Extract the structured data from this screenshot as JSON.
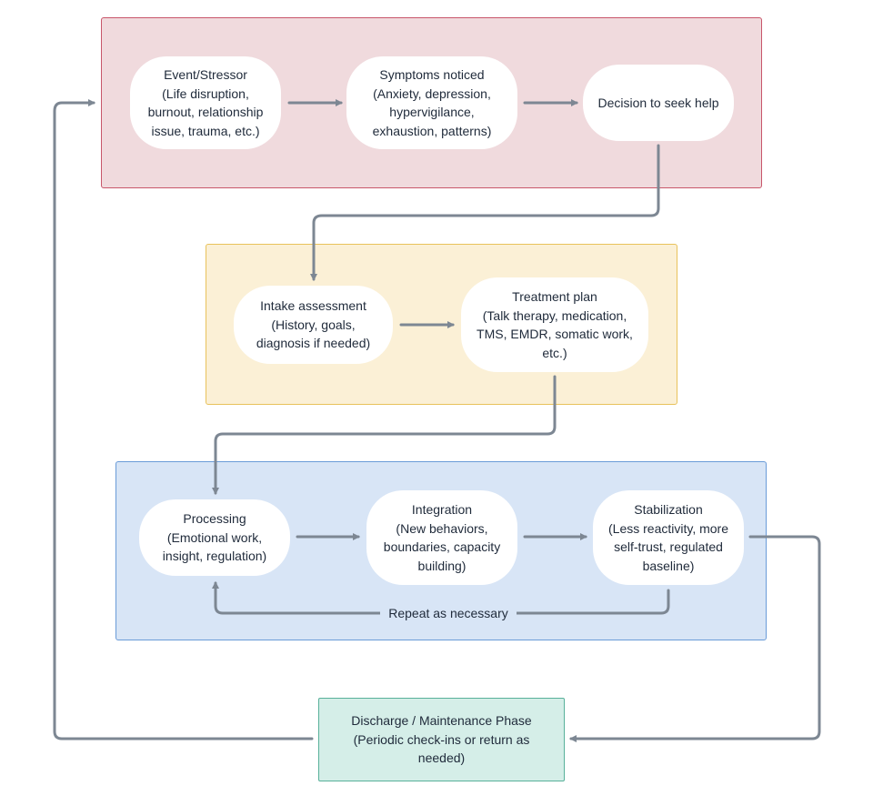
{
  "groups": [
    {
      "id": "seeking-help",
      "color": "#f0dadd",
      "border": "#c8566a"
    },
    {
      "id": "planning",
      "color": "#fbf0d6",
      "border": "#e8c25b"
    },
    {
      "id": "treatment",
      "color": "#d8e5f6",
      "border": "#6a9bd8"
    }
  ],
  "nodes": {
    "event": [
      "Event/Stressor",
      "(Life disruption,",
      "burnout, relationship",
      "issue, trauma, etc.)"
    ],
    "symptoms": [
      "Symptoms noticed",
      "(Anxiety, depression,",
      "hypervigilance,",
      "exhaustion, patterns)"
    ],
    "decision": [
      "Decision to seek help"
    ],
    "intake": [
      "Intake assessment",
      "(History, goals,",
      "diagnosis if needed)"
    ],
    "plan": [
      "Treatment plan",
      "(Talk therapy, medication,",
      "TMS, EMDR, somatic work,",
      "etc.)"
    ],
    "processing": [
      "Processing",
      "(Emotional work,",
      "insight, regulation)"
    ],
    "integration": [
      "Integration",
      "(New behaviors,",
      "boundaries, capacity",
      "building)"
    ],
    "stabilization": [
      "Stabilization",
      "(Less reactivity, more",
      "self-trust, regulated",
      "baseline)"
    ],
    "discharge": [
      "Discharge / Maintenance Phase",
      "(Periodic check-ins or return as",
      "needed)"
    ]
  },
  "edge_labels": {
    "repeat": "Repeat as necessary"
  },
  "colors": {
    "arrow": "#7d8793",
    "node_fill": "#ffffff",
    "discharge_fill": "#d5eee8",
    "discharge_border": "#58b19a"
  }
}
